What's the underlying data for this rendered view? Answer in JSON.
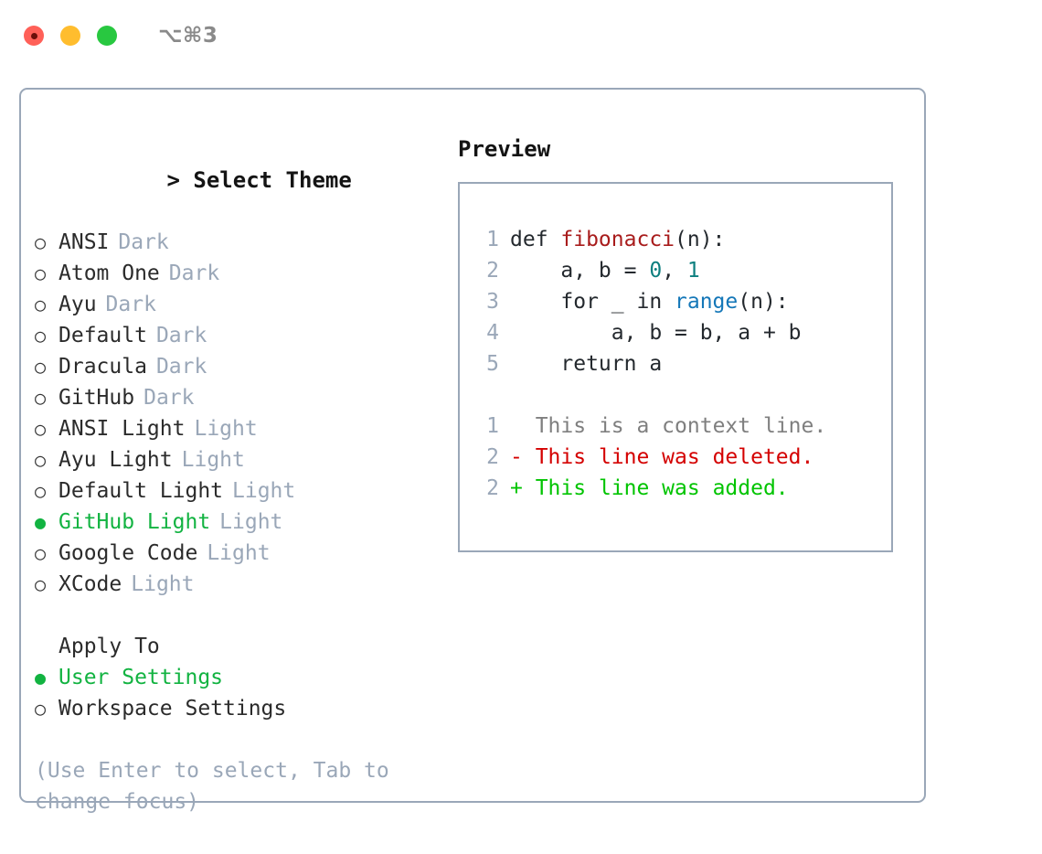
{
  "window": {
    "shortcut": "⌥⌘3",
    "traffic_lights": [
      {
        "name": "close",
        "color": "#ff6058"
      },
      {
        "name": "minimize",
        "color": "#ffbd2e"
      },
      {
        "name": "maximize",
        "color": "#28c840"
      }
    ]
  },
  "theme_section": {
    "caret": "> ",
    "title": "Select Theme",
    "options": [
      {
        "bullet": "○",
        "label": "ANSI",
        "tag": "Dark",
        "selected": false
      },
      {
        "bullet": "○",
        "label": "Atom One",
        "tag": "Dark",
        "selected": false
      },
      {
        "bullet": "○",
        "label": "Ayu",
        "tag": "Dark",
        "selected": false
      },
      {
        "bullet": "○",
        "label": "Default",
        "tag": "Dark",
        "selected": false
      },
      {
        "bullet": "○",
        "label": "Dracula",
        "tag": "Dark",
        "selected": false
      },
      {
        "bullet": "○",
        "label": "GitHub",
        "tag": "Dark",
        "selected": false
      },
      {
        "bullet": "○",
        "label": "ANSI Light",
        "tag": "Light",
        "selected": false
      },
      {
        "bullet": "○",
        "label": "Ayu Light",
        "tag": "Light",
        "selected": false
      },
      {
        "bullet": "○",
        "label": "Default Light",
        "tag": "Light",
        "selected": false
      },
      {
        "bullet": "●",
        "label": "GitHub Light",
        "tag": "Light",
        "selected": true
      },
      {
        "bullet": "○",
        "label": "Google Code",
        "tag": "Light",
        "selected": false
      },
      {
        "bullet": "○",
        "label": "XCode",
        "tag": "Light",
        "selected": false
      }
    ]
  },
  "apply_to_section": {
    "title": "Apply To",
    "options": [
      {
        "bullet": "●",
        "label": "User Settings",
        "selected": true
      },
      {
        "bullet": "○",
        "label": "Workspace Settings",
        "selected": false
      }
    ]
  },
  "hint": "(Use Enter to select, Tab to change focus)",
  "preview": {
    "title": "Preview",
    "code_lines": [
      {
        "no": "1",
        "tokens": [
          {
            "t": "def ",
            "c": "plain"
          },
          {
            "t": "fibonacci",
            "c": "fn"
          },
          {
            "t": "(n):",
            "c": "plain"
          }
        ]
      },
      {
        "no": "2",
        "tokens": [
          {
            "t": "    a, b = ",
            "c": "plain"
          },
          {
            "t": "0",
            "c": "num"
          },
          {
            "t": ", ",
            "c": "plain"
          },
          {
            "t": "1",
            "c": "num"
          }
        ]
      },
      {
        "no": "3",
        "tokens": [
          {
            "t": "    for _ in ",
            "c": "plain"
          },
          {
            "t": "range",
            "c": "call"
          },
          {
            "t": "(n):",
            "c": "plain"
          }
        ]
      },
      {
        "no": "4",
        "tokens": [
          {
            "t": "        a, b = b, a + b",
            "c": "plain"
          }
        ]
      },
      {
        "no": "5",
        "tokens": [
          {
            "t": "    return a",
            "c": "plain"
          }
        ]
      }
    ],
    "diff_lines": [
      {
        "no": "1",
        "marker": "  ",
        "text": "This is a context line.",
        "kind": "ctx"
      },
      {
        "no": "2",
        "marker": "- ",
        "text": "This line was deleted.",
        "kind": "del"
      },
      {
        "no": "2",
        "marker": "+ ",
        "text": "This line was added.",
        "kind": "add"
      }
    ]
  },
  "colors": {
    "accent_green": "#12b341",
    "diff_add_green": "#00c400",
    "diff_del_red": "#d40000",
    "muted_gray": "#9aa7b8",
    "function_red": "#a81c1c",
    "number_teal": "#0d7f7f",
    "call_blue": "#1477b8",
    "border": "#9aa7b8"
  }
}
